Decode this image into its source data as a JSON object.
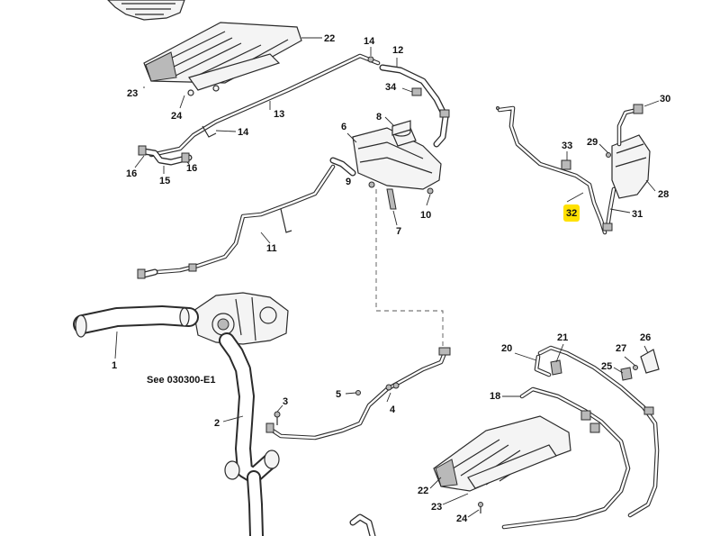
{
  "callouts": [
    {
      "id": "c22a",
      "text": "22"
    },
    {
      "id": "c23a",
      "text": "23"
    },
    {
      "id": "c24a",
      "text": "24"
    },
    {
      "id": "c14a",
      "text": "14"
    },
    {
      "id": "c12",
      "text": "12"
    },
    {
      "id": "c34",
      "text": "34"
    },
    {
      "id": "c13",
      "text": "13"
    },
    {
      "id": "c14b",
      "text": "14"
    },
    {
      "id": "c8",
      "text": "8"
    },
    {
      "id": "c6",
      "text": "6"
    },
    {
      "id": "c16a",
      "text": "16"
    },
    {
      "id": "c16b",
      "text": "16"
    },
    {
      "id": "c15",
      "text": "15"
    },
    {
      "id": "c9",
      "text": "9"
    },
    {
      "id": "c10",
      "text": "10"
    },
    {
      "id": "c7",
      "text": "7"
    },
    {
      "id": "c11",
      "text": "11"
    },
    {
      "id": "c30",
      "text": "30"
    },
    {
      "id": "c33",
      "text": "33"
    },
    {
      "id": "c29",
      "text": "29"
    },
    {
      "id": "c28",
      "text": "28"
    },
    {
      "id": "c32",
      "text": "32",
      "highlighted": true
    },
    {
      "id": "c31",
      "text": "31"
    },
    {
      "id": "c1",
      "text": "1"
    },
    {
      "id": "c2",
      "text": "2"
    },
    {
      "id": "c3",
      "text": "3"
    },
    {
      "id": "c5",
      "text": "5"
    },
    {
      "id": "c4",
      "text": "4"
    },
    {
      "id": "c20",
      "text": "20"
    },
    {
      "id": "c21",
      "text": "21"
    },
    {
      "id": "c27",
      "text": "27"
    },
    {
      "id": "c26",
      "text": "26"
    },
    {
      "id": "c25",
      "text": "25"
    },
    {
      "id": "c18",
      "text": "18"
    },
    {
      "id": "c22b",
      "text": "22"
    },
    {
      "id": "c23b",
      "text": "23"
    },
    {
      "id": "c24b",
      "text": "24"
    }
  ],
  "note": "See 030300-E1",
  "highlight_color": "#ffe100"
}
